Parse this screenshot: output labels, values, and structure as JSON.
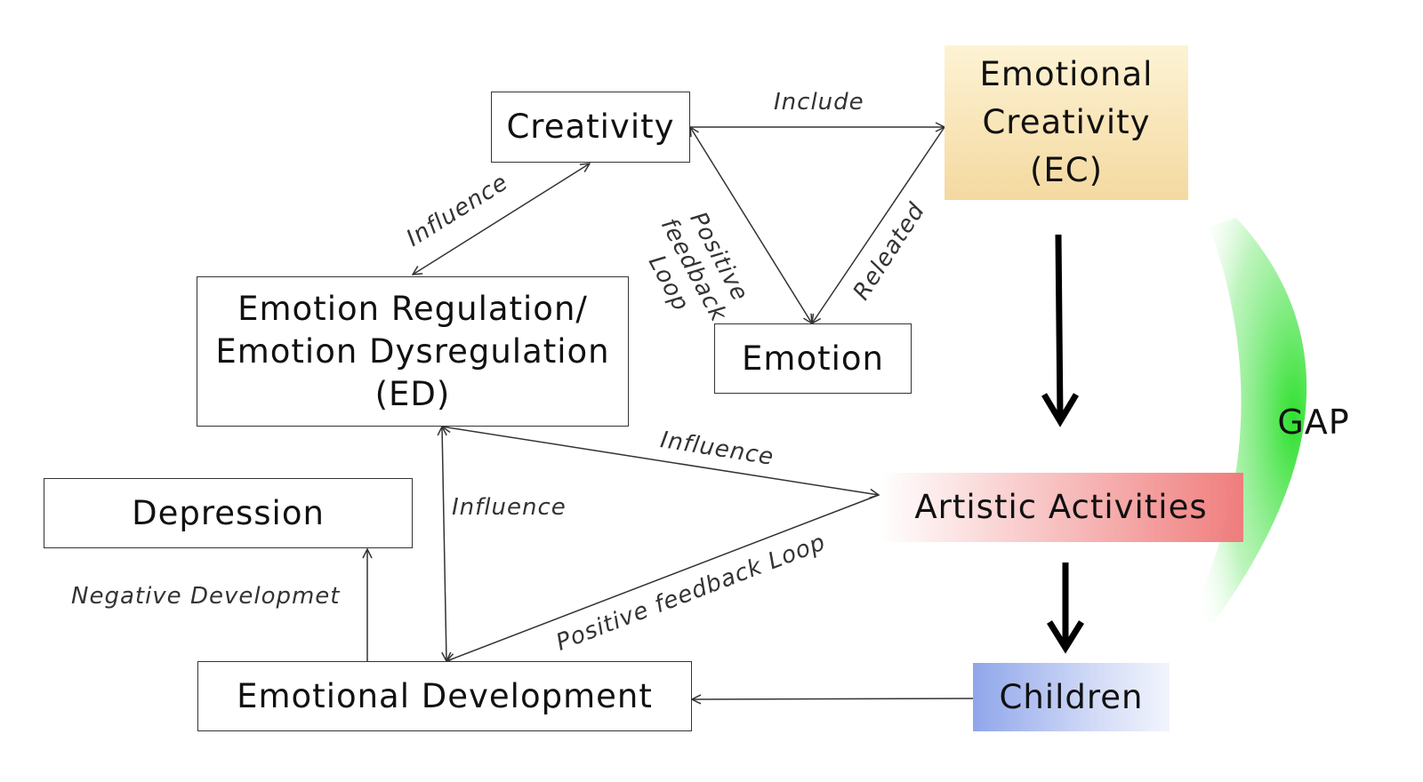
{
  "nodes": {
    "creativity": "Creativity",
    "emotional_creativity": "Emotional\nCreativity\n(EC)",
    "emotion_regulation": "Emotion Regulation/\nEmotion Dysregulation\n(ED)",
    "emotion": "Emotion",
    "depression": "Depression",
    "artistic_activities": "Artistic Activities",
    "gap": "GAP",
    "emotional_development": "Emotional Development",
    "children": "Children"
  },
  "edges": {
    "include": "Include",
    "influence_creativity_er": "Influence",
    "positive_feedback_line1": "Positive",
    "positive_feedback_line2": "feedback",
    "positive_feedback_line3": "Loop",
    "releated": "Releated",
    "influence_er_art": "Influence",
    "influence_er_dev": "Influence",
    "negative_development": "Negative Developmet",
    "positive_feedback_loop_art": "Positive feedback Loop"
  },
  "colors": {
    "ec_fill_top": "#fdf3d4",
    "ec_fill_bottom": "#f4d9a0",
    "artistic_red": "#f07d7d",
    "children_blue": "#8fa6ea",
    "gap_green": "#2ee02e"
  }
}
